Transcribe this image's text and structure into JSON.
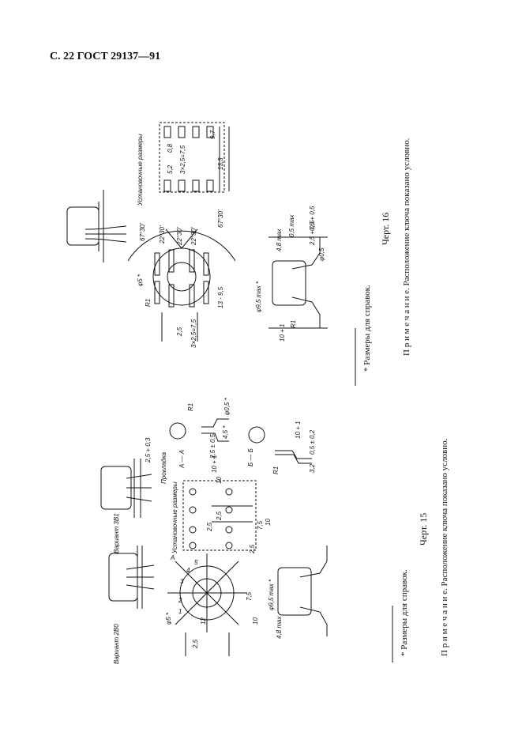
{
  "page": {
    "header": "С. 22 ГОСТ 29137—91"
  },
  "upper_figure": {
    "install_label": "Установочные размеры",
    "dims": [
      "0,8",
      "5,2",
      "3×2,5=7,5",
      "13,3",
      "9,7",
      "67°30'",
      "67°30'",
      "22°30'",
      "22°30'",
      "22°30'",
      "φ5 *",
      "R1",
      "13 - 9,5",
      "2,5",
      "3×2,5=7,5",
      "φ9,5 max *",
      "R1",
      "10 + 1",
      "2,5 + 0,5",
      "φ0,5",
      "0,5 + 0,5",
      "4,8 max",
      "0,5 max"
    ],
    "footnote": "* Размеры для справок.",
    "caption": "Черт. 16",
    "note": "П р и м е ч а н и е. Расположение ключа показано условно."
  },
  "lower_figure": {
    "variant_a": "Вариант 2В0",
    "variant_b": "Вариант 3В1",
    "install_label": "Установочные размеры",
    "gasket_label": "Прокладка",
    "section_aa": "А — А",
    "section_bb": "Б — Б",
    "section_mark": "А",
    "dims": [
      "2,5",
      "12",
      "φ5 *",
      "1",
      "2",
      "3",
      "4",
      "5",
      "7,5",
      "10",
      "φ9,5 max *",
      "4,8 max",
      "2,5",
      "7,5",
      "10",
      "2,5",
      "2,5",
      "10",
      "R1",
      "4,5 *",
      "φ0,5 *",
      "10 + 1",
      "2,5 ± 0,5",
      "R1",
      "10 + 1",
      "0,5 ± 0,2",
      "3,2",
      "2,5 + 0,3"
    ],
    "footnote": "* Размеры для справок.",
    "caption": "Черт. 15",
    "note": "П р и м е ч а н и е. Расположение ключа показано условно."
  }
}
